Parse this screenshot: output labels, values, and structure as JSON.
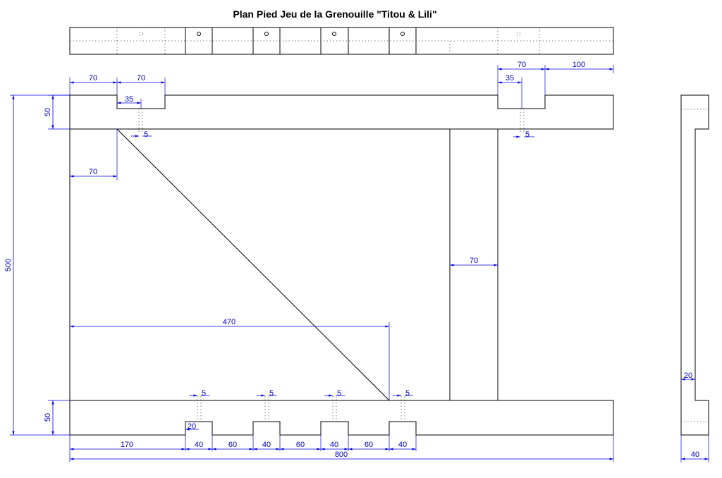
{
  "title": "Plan Pied Jeu de la Grenouille \"Titou & Lili\"",
  "dimensions": {
    "top_left_70": "70",
    "top_notch_70": "70",
    "top_notch_35": "35",
    "top_right_70": "70",
    "top_right_100": "100",
    "top_right_35": "35",
    "beam_height_50_top": "50",
    "beam_height_50_bottom": "50",
    "total_height_500": "500",
    "peg_5_top_left": "5",
    "peg_5_top_right": "5",
    "brace_offset_70": "70",
    "post_width_70": "70",
    "brace_span_470": "470",
    "peg_5_bottom_1": "5",
    "peg_5_bottom_2": "5",
    "peg_5_bottom_3": "5",
    "peg_5_bottom_4": "5",
    "notch_depth_20": "20",
    "bottom_170": "170",
    "bottom_40_1": "40",
    "bottom_60_1": "60",
    "bottom_40_2": "40",
    "bottom_60_2": "60",
    "bottom_40_3": "40",
    "bottom_60_3": "60",
    "bottom_40_4": "40",
    "total_800": "800",
    "side_20": "20",
    "side_40": "40"
  }
}
